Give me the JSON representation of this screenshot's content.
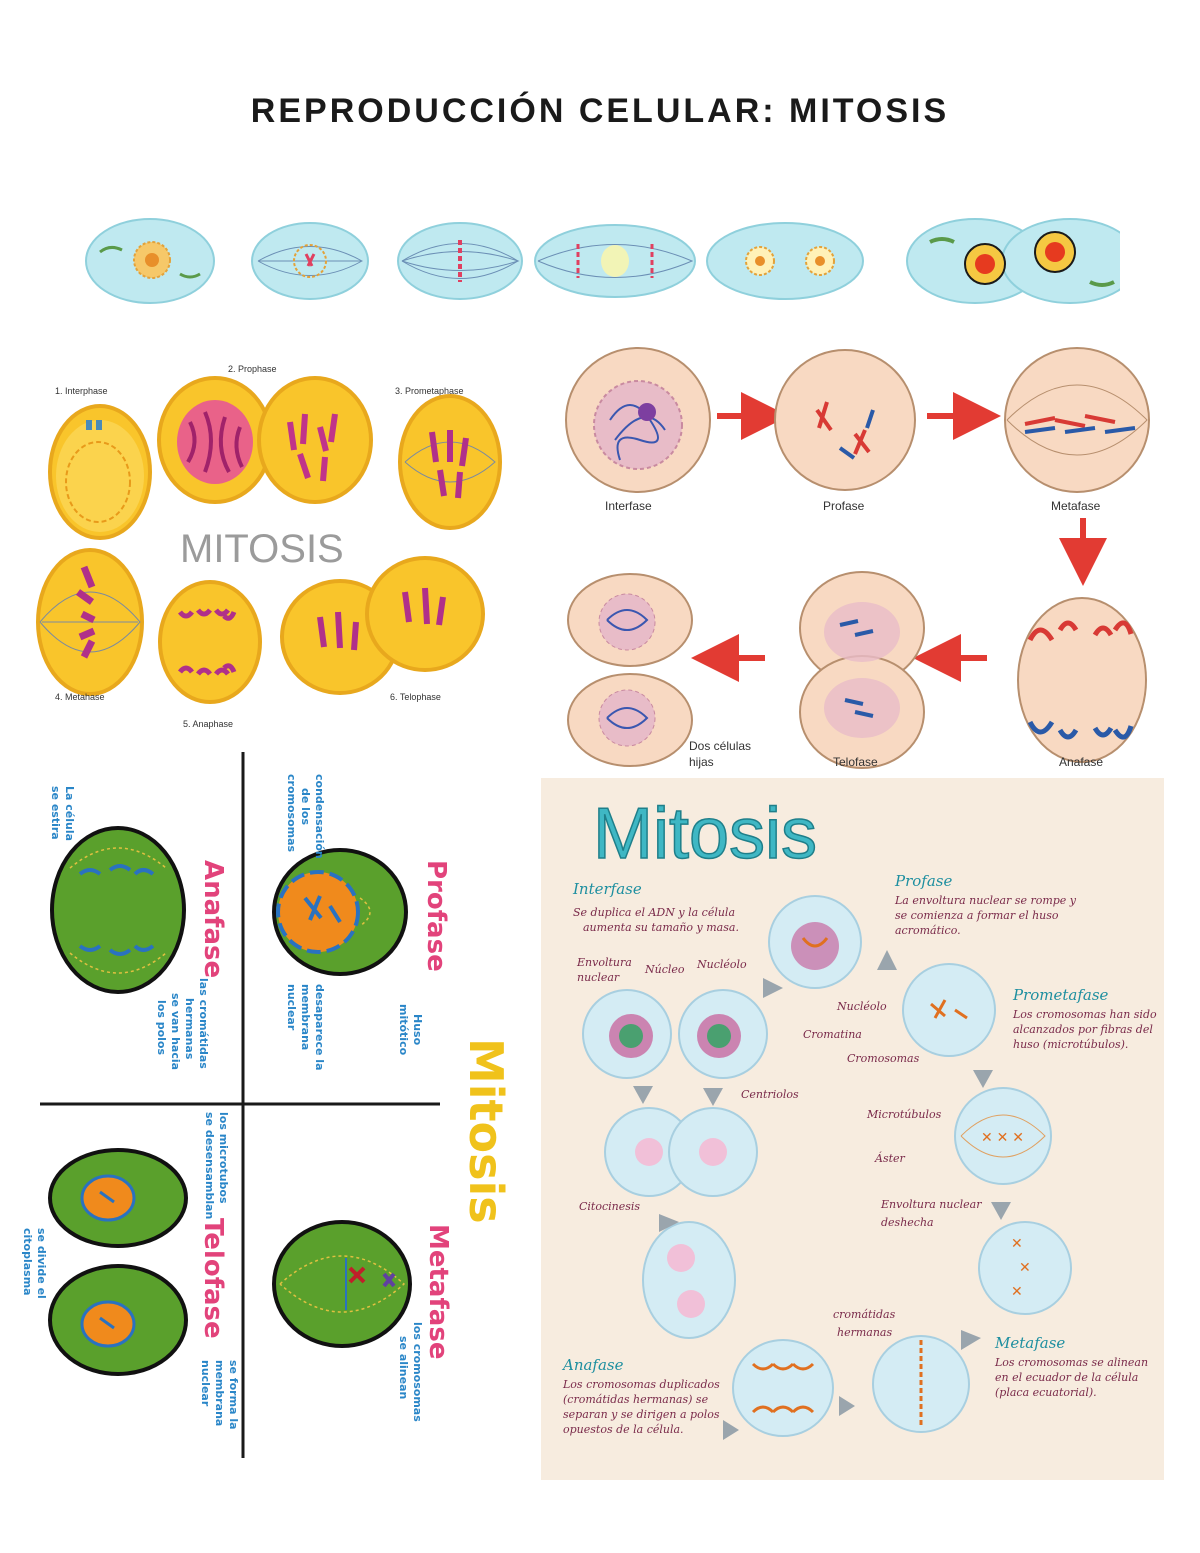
{
  "title": "REPRODUCCIÓN CELULAR: MITOSIS",
  "colors": {
    "cyan_cell": "#bfe9f0",
    "yellow_cell": "#f9d14a",
    "peach_cell": "#f8d9c2",
    "green_cell": "#5aa02c",
    "red_arrow": "#e23b33",
    "pink_label": "#e2437b",
    "blue_label": "#2a86c8",
    "teal_title": "#3fb7c4",
    "cream_bg": "#f7ecdf"
  },
  "panel1": {
    "heading": "MITOSIS",
    "stages": [
      "1. Interphase",
      "2. Prophase",
      "3. Prometaphase",
      "4. Metahase",
      "5. Anaphase",
      "6. Telophase"
    ]
  },
  "panel2": {
    "stages": [
      "Interfase",
      "Profase",
      "Metafase",
      "Anafase",
      "Telofase",
      "Dos células",
      "hijas"
    ]
  },
  "panel3": {
    "title": "Mitosis",
    "quadrants": {
      "anafase": {
        "name": "Anafase",
        "notes": [
          "La célula",
          "se estira",
          "las cromátidas",
          "hermanas",
          "se van hacia",
          "los polos"
        ]
      },
      "profase": {
        "name": "Profase",
        "notes": [
          "condensación",
          "de los",
          "cromosomas",
          "desaparece la",
          "membrana",
          "nuclear",
          "Huso",
          "mitótico"
        ]
      },
      "telofase": {
        "name": "Telofase",
        "notes": [
          "los microtubos",
          "se desensamblan",
          "se divide el",
          "citoplasma",
          "se forma la",
          "membrana",
          "nuclear"
        ]
      },
      "metafase": {
        "name": "Metafase",
        "notes": [
          "los cromosomas",
          "se alinean"
        ]
      }
    }
  },
  "panel4": {
    "title": "Mitosis",
    "interfase": {
      "name": "Interfase",
      "text": [
        "Se duplica el ADN y  la célula",
        "aumenta su tamaño y masa."
      ]
    },
    "profase": {
      "name": "Profase",
      "text": [
        "La envoltura nuclear se rompe y",
        "se comienza a formar el huso",
        "acromático."
      ]
    },
    "prometafase": {
      "name": "Prometafase",
      "text": [
        "Los cromosomas han sido",
        "alcanzados por fibras del",
        "huso (microtúbulos)."
      ]
    },
    "metafase": {
      "name": "Metafase",
      "text": [
        "Los cromosomas se alinean",
        "en el ecuador de la célula",
        "(placa ecuatorial)."
      ]
    },
    "anafase": {
      "name": "Anafase",
      "text": [
        "Los cromosomas duplicados",
        "(cromátidas hermanas) se",
        "separan y se dirigen a polos",
        "opuestos de la célula."
      ]
    },
    "labels": [
      "Envoltura",
      "nuclear",
      "Núcleo",
      "Nucléolo",
      "Nucléolo",
      "Cromatina",
      "Cromosomas",
      "Centriolos",
      "Microtúbulos",
      "Áster",
      "Envoltura nuclear",
      "deshecha",
      "Citocinesis",
      "cromátidas",
      "hermanas"
    ]
  }
}
